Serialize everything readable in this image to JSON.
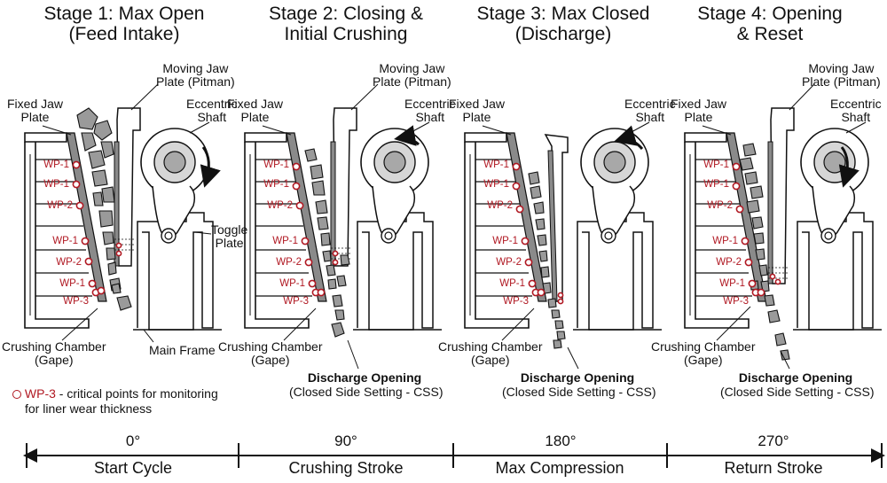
{
  "stages": [
    {
      "title_line1": "Stage 1: Max Open",
      "title_line2": "(Feed Intake)",
      "fixed_jaw_label": [
        "Fixed Jaw",
        "Plate"
      ],
      "moving_jaw_label": [
        "Moving Jaw",
        "Plate (Pitman)"
      ],
      "eccentric_label": [
        "Eccentric",
        "Shaft"
      ],
      "wp_labels": [
        "WP-1",
        "WP-1",
        "WP-2",
        "WP-1",
        "WP-2",
        "WP-1",
        "WP-3"
      ],
      "angle": "0°",
      "phase": "Start Cycle"
    },
    {
      "title_line1": "Stage 2:  Closing &",
      "title_line2": "Initial Crushing",
      "fixed_jaw_label": [
        "Fixed Jaw",
        "Plate"
      ],
      "moving_jaw_label": [
        "Moving Jaw",
        "Plate (Pitman)"
      ],
      "eccentric_label": [
        "Eccentric",
        "Shaft"
      ],
      "wp_labels": [
        "WP-1",
        "WP-1",
        "WP-2",
        "WP-1",
        "WP-2",
        "WP-1",
        "WP-3"
      ],
      "angle": "90°",
      "phase": "Crushing Stroke"
    },
    {
      "title_line1": "Stage 3: Max Closed",
      "title_line2": "(Discharge)",
      "fixed_jaw_label": [
        "Fixed Jaw",
        "Plate"
      ],
      "moving_jaw_label": [],
      "eccentric_label": [
        "Eccentric",
        "Shaft"
      ],
      "wp_labels": [
        "WP-1",
        "WP-1",
        "WP-2",
        "WP-1",
        "WP-2",
        "WP-1",
        "WP-3"
      ],
      "angle": "180°",
      "phase": "Max Compression"
    },
    {
      "title_line1": "Stage 4: Opening",
      "title_line2": "& Reset",
      "fixed_jaw_label": [
        "Fixed Jaw",
        "Plate"
      ],
      "moving_jaw_label": [
        "Moving Jaw",
        "Plate (Pitman)"
      ],
      "eccentric_label": [
        "Eccentric",
        "Shaft"
      ],
      "wp_labels": [
        "WP-1",
        "WP-1",
        "WP-2",
        "WP-1",
        "WP-2",
        "WP-1",
        "WP-3"
      ],
      "angle": "270°",
      "phase": "Return Stroke"
    }
  ],
  "labels": {
    "toggle_plate": [
      "Toggle",
      "Plate"
    ],
    "main_frame": "Main Frame",
    "crushing_chamber": [
      "Crushing Chamber",
      "(Gape)"
    ],
    "discharge_title": "Discharge Opening",
    "discharge_sub": "(Closed Side Setting - CSS)"
  },
  "legend": {
    "code": "WP-3",
    "text_line1": " - critical points for monitoring",
    "text_line2": "for liner wear thickness"
  },
  "colors": {
    "wear_point": "#b01822",
    "liner": "#8a8a8a",
    "rock": "#9a9a9a",
    "line": "#111111"
  }
}
